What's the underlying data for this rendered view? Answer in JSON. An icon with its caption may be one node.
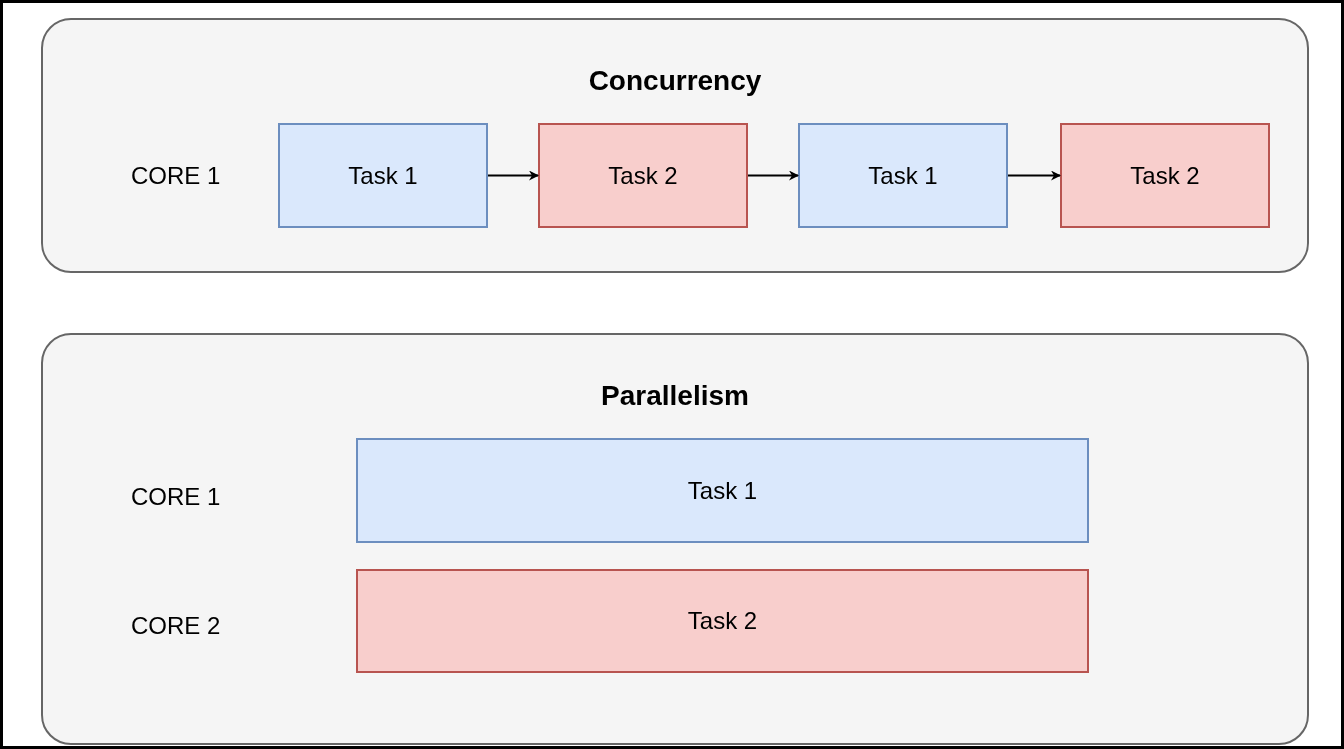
{
  "diagram": {
    "nodes": [
      {
        "text": [
          "Concurrency"
        ]
      },
      {
        "text": [
          "Task 1"
        ],
        "in": 0
      },
      {
        "text": [
          "Task 2"
        ],
        "in": 0
      },
      {
        "text": [
          "Task 1"
        ],
        "in": 0
      },
      {
        "text": [
          "Task 2"
        ],
        "in": 0
      },
      {
        "text": [
          "Parallelism"
        ]
      },
      {
        "text": [
          "Task 1"
        ],
        "in": 5
      },
      {
        "text": [
          "Task 2"
        ],
        "in": 5
      }
    ],
    "edges": [
      {
        "from": 1,
        "to": 2,
        "arrow": "to"
      },
      {
        "from": 2,
        "to": 3,
        "arrow": "to"
      },
      {
        "from": 3,
        "to": 4,
        "arrow": "to"
      }
    ],
    "labels": [
      "CORE 1",
      "CORE 1",
      "CORE 2"
    ]
  }
}
